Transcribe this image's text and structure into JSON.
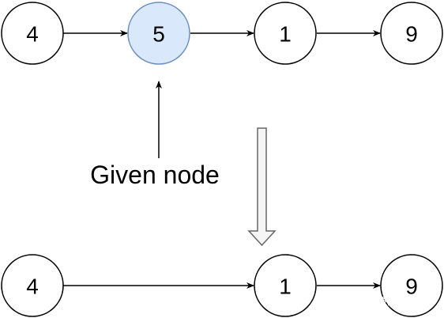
{
  "top_list": {
    "nodes": [
      "4",
      "5",
      "1",
      "9"
    ],
    "highlighted_index": 1
  },
  "pointer_label": "Given node",
  "bottom_list": {
    "nodes": [
      "4",
      "1",
      "9"
    ]
  },
  "watermark": "CSDN @续写少年！",
  "colors": {
    "node_fill": "#ffffff",
    "node_stroke": "#000000",
    "highlight_fill": "#dae8fc",
    "highlight_stroke": "#6c8ebf",
    "transition_arrow_fill": "#f5f5f5",
    "transition_arrow_stroke": "#666666"
  }
}
